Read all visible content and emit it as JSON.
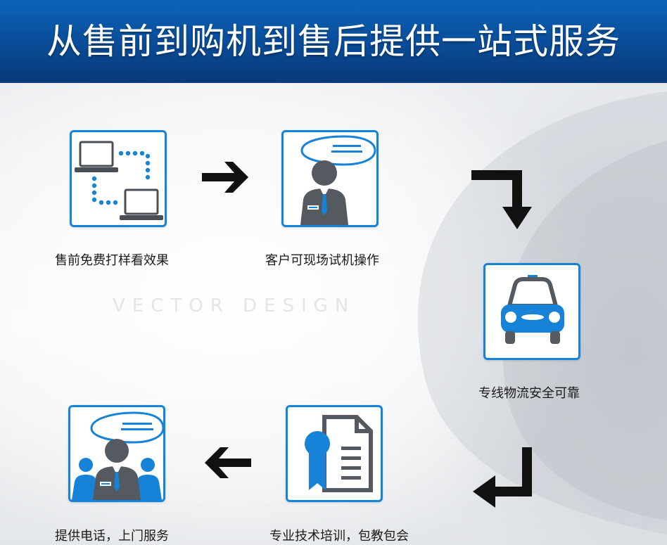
{
  "header": {
    "title": "从售前到购机到售后提供一站式服务"
  },
  "steps": [
    {
      "label": "售前免费打样看效果",
      "icon": "laptops-connection-icon"
    },
    {
      "label": "客户可现场试机操作",
      "icon": "consultant-speech-icon"
    },
    {
      "label": "专线物流安全可靠",
      "icon": "car-icon"
    },
    {
      "label": "专业技术培训，包教包会",
      "icon": "certificate-document-icon"
    },
    {
      "label": "提供电话，上门服务",
      "icon": "service-team-icon"
    }
  ],
  "watermark": "VECTOR DESIGN",
  "colors": {
    "header": "#0a4c98",
    "accent": "#1682d8",
    "icon_gray": "#555a60",
    "arrow": "#111111"
  }
}
